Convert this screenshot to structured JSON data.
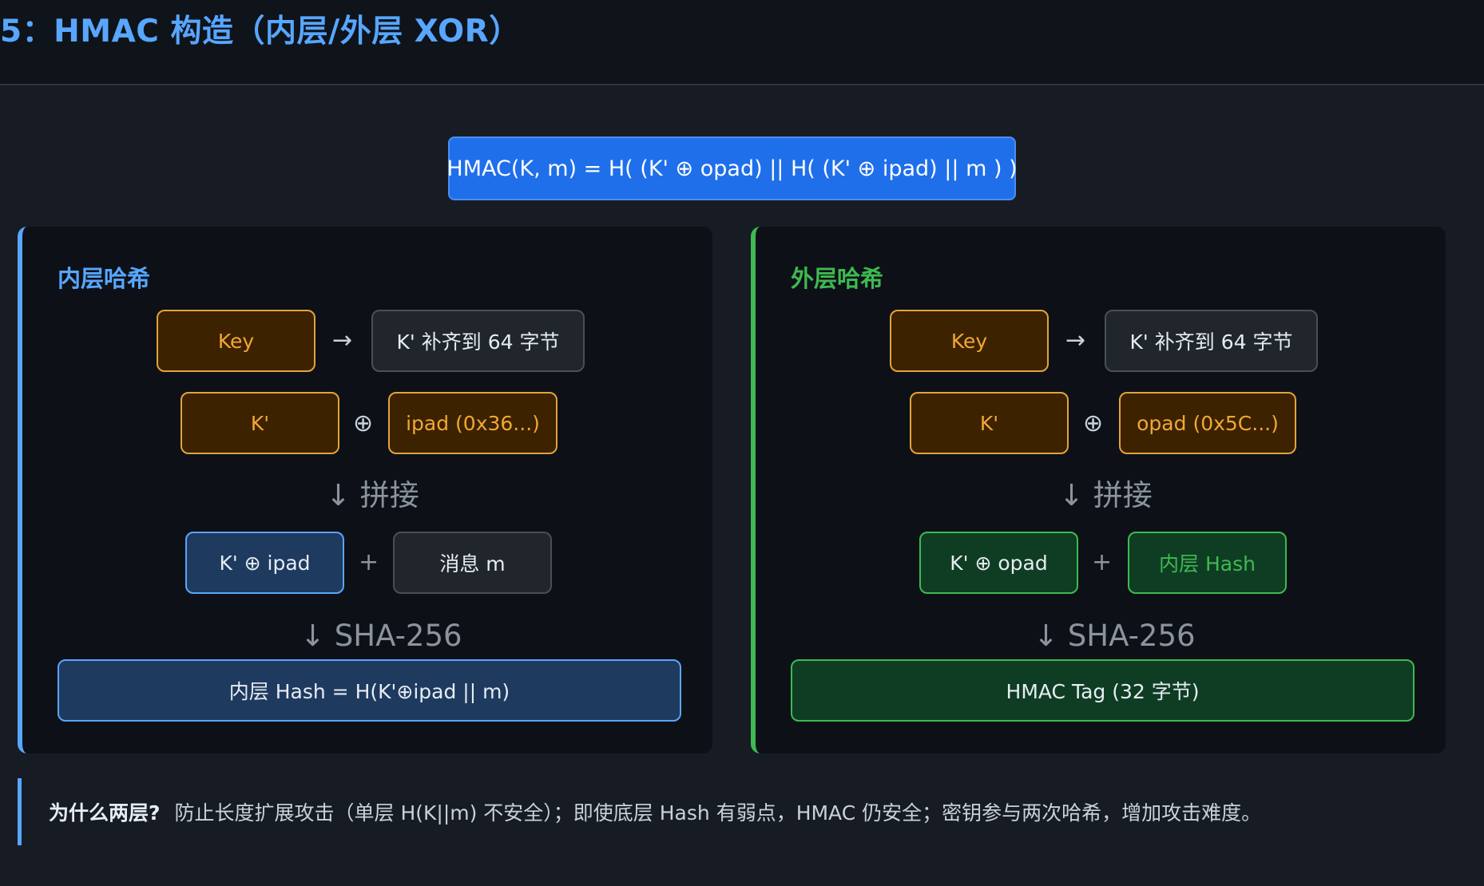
{
  "header": {
    "title": "5：HMAC 构造（内层/外层 XOR）"
  },
  "formula": "HMAC(K, m) = H( (K' ⊕ opad) || H( (K' ⊕ ipad) || m ) )",
  "inner": {
    "title": "内层哈希",
    "key": "Key",
    "arrow": "→",
    "padded": "K' 补齐到 64 字节",
    "kprime": "K'",
    "xor": "⊕",
    "pad": "ipad (0x36...)",
    "concat": "↓ 拼接",
    "left": "K' ⊕ ipad",
    "plus": "+",
    "right": "消息 m",
    "hash": "↓ SHA-256",
    "result": "内层 Hash = H(K'⊕ipad || m)"
  },
  "outer": {
    "title": "外层哈希",
    "key": "Key",
    "arrow": "→",
    "padded": "K' 补齐到 64 字节",
    "kprime": "K'",
    "xor": "⊕",
    "pad": "opad (0x5C...)",
    "concat": "↓ 拼接",
    "left": "K' ⊕ opad",
    "plus": "+",
    "right": "内层 Hash",
    "hash": "↓ SHA-256",
    "result": "HMAC Tag (32 字节)"
  },
  "note": {
    "strong": "为什么两层?",
    "text": "防止长度扩展攻击（单层 H(K||m) 不安全）；即使底层 Hash 有弱点，HMAC 仍安全；密钥参与两次哈希，增加攻击难度。"
  },
  "colors": {
    "background": "#171c24",
    "header_bg": "#0f131a",
    "accent_blue": "#58a6ff",
    "accent_green": "#3fb950",
    "formula_bg": "#1f6feb",
    "orange": "#f0a835"
  }
}
